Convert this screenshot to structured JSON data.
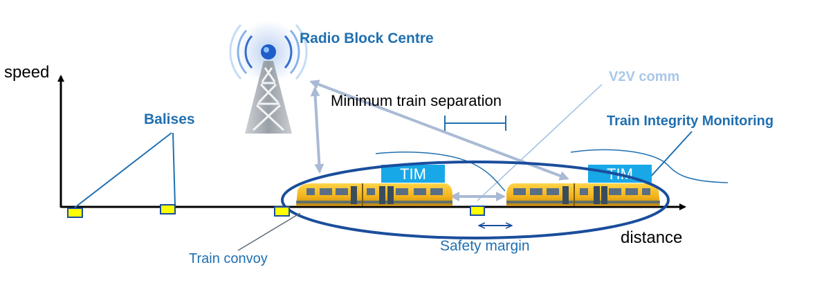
{
  "labels": {
    "speed_axis": "speed",
    "distance_axis": "distance",
    "radio_block_centre": "Radio Block Centre",
    "balises": "Balises",
    "v2v_comm": "V2V comm",
    "min_separation": "Minimum train separation",
    "train_integrity_monitoring": "Train Integrity Monitoring",
    "tim_left": "TIM",
    "tim_right": "TIM",
    "safety_margin": "Safety margin",
    "train_convoy": "Train convoy"
  },
  "colors": {
    "axis": "#000000",
    "brand_blue": "#1f6fb0",
    "dark_blue": "#1a4d9c",
    "light_blue": "#9fbfe0",
    "tim_box": "#18a8e8",
    "balise_fill": "#ffff00",
    "train_yellow": "#f5b51c",
    "arrow_grey": "#a9bad4"
  },
  "icons": {
    "tower": "radio-tower-icon",
    "train": "train-icon"
  }
}
